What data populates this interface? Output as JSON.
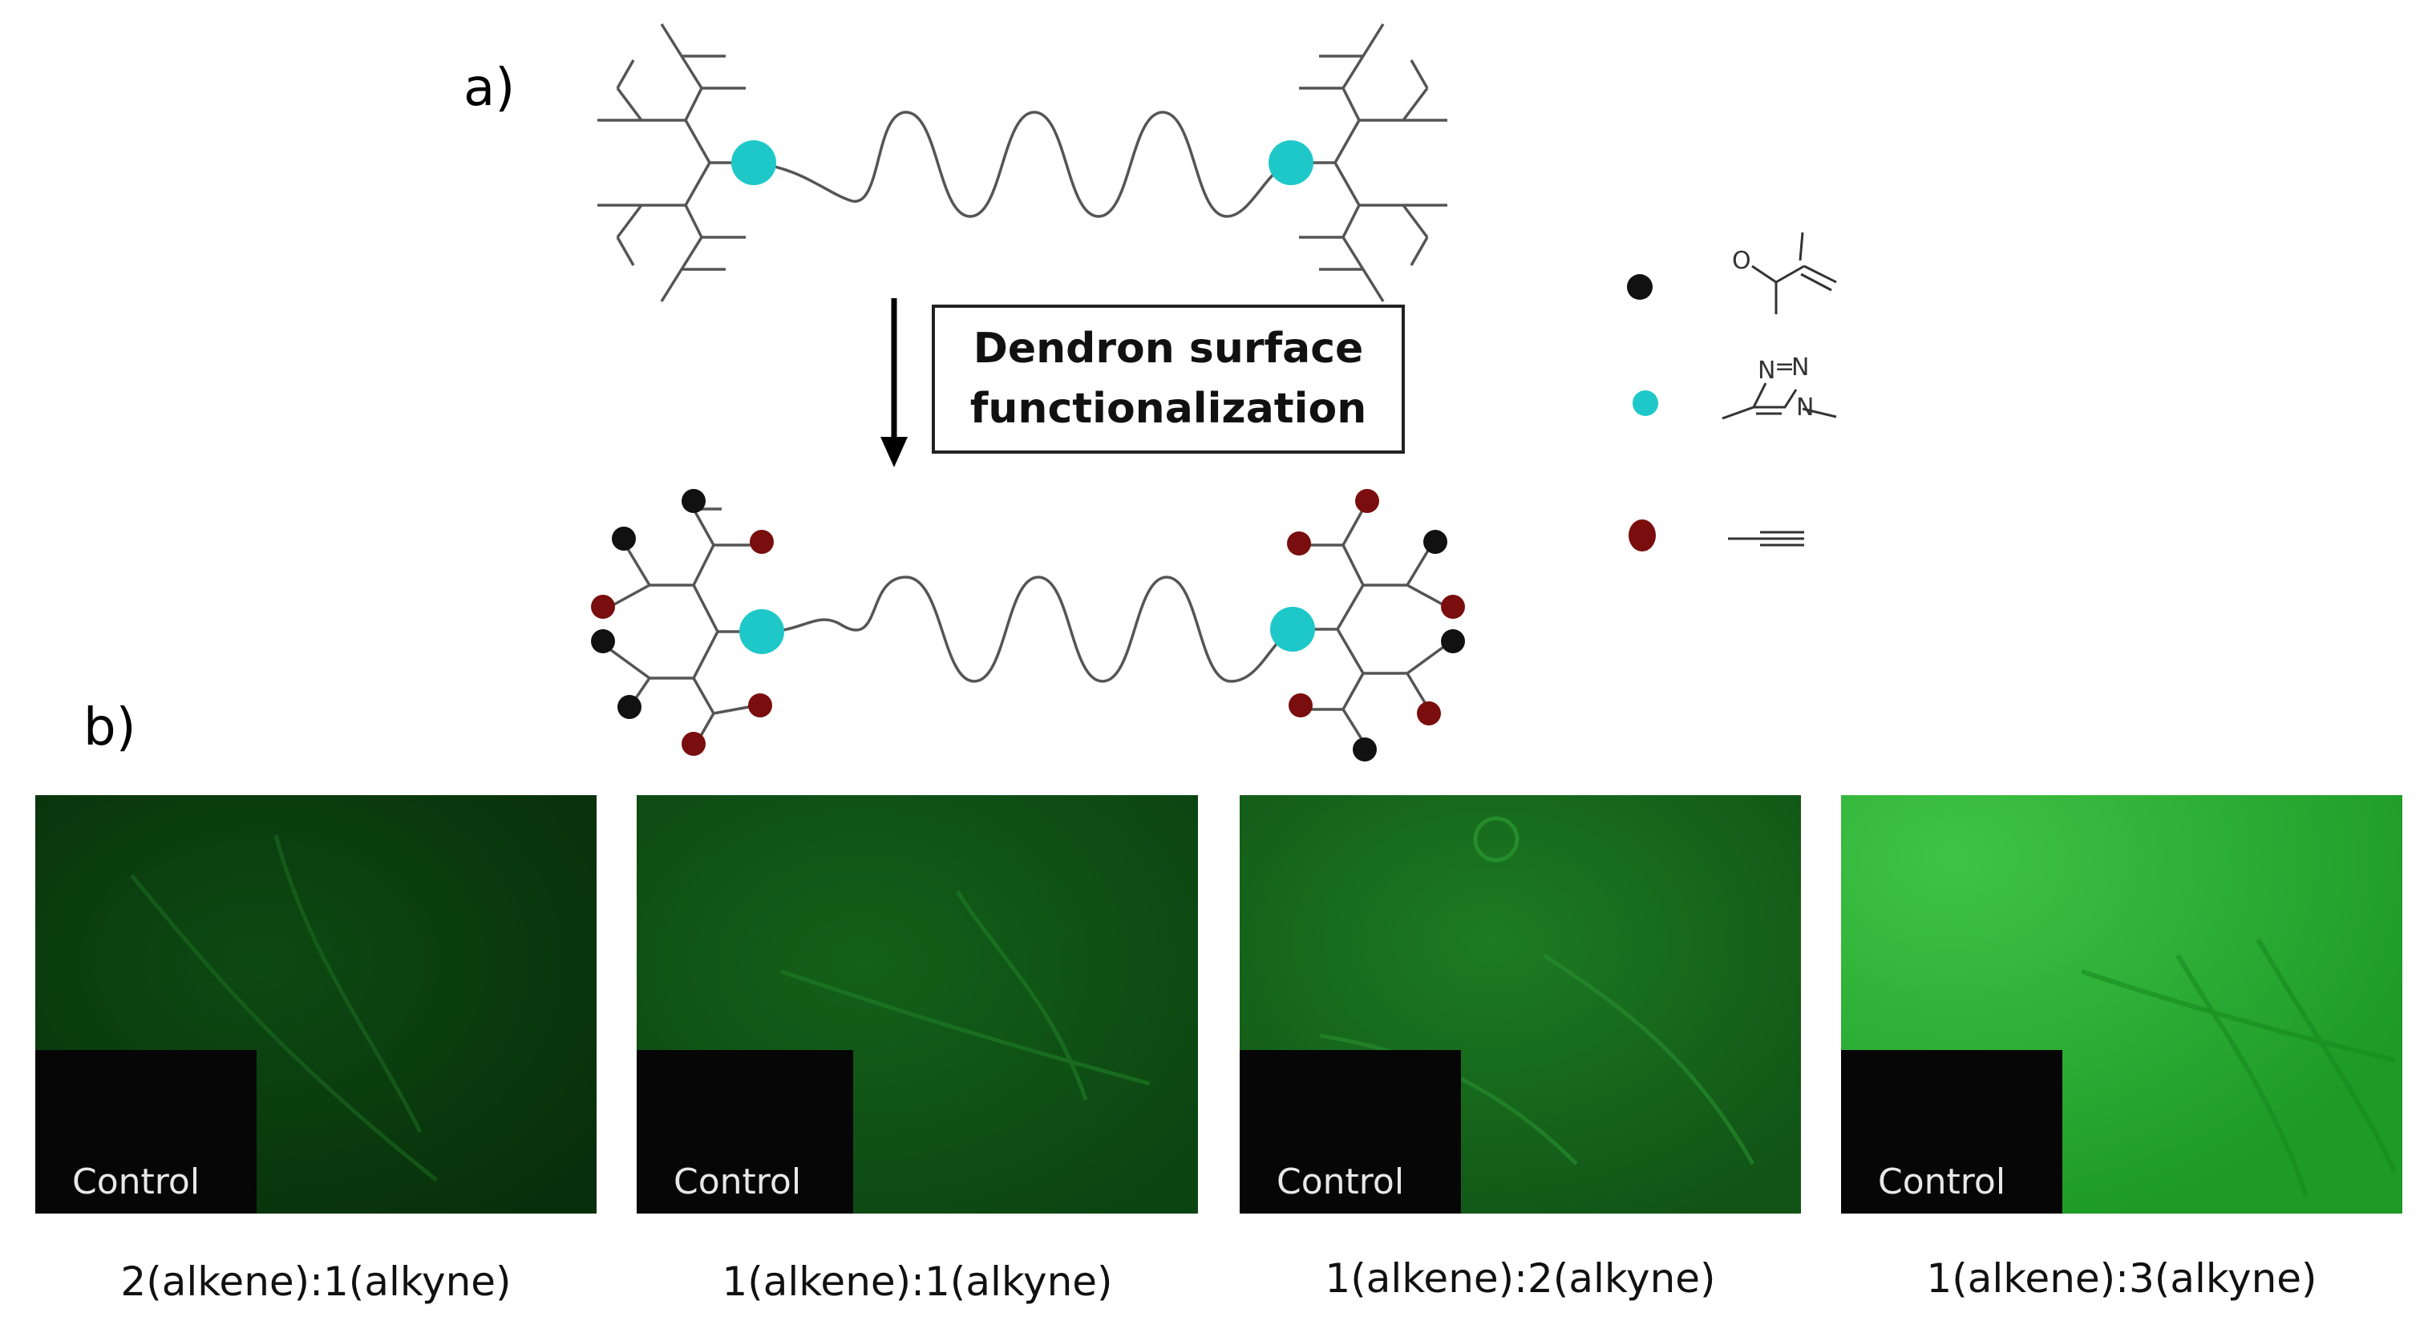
{
  "panel_a": {
    "label": "a)",
    "process_label_line1": "Dendron surface",
    "process_label_line2": "functionalization",
    "legend": {
      "black_dot_color": "#111111",
      "cyan_dot_color": "#1ec8c8",
      "red_dot_color": "#7a0d0d",
      "methacrylate_o": "O",
      "triazole_n1": "N",
      "triazole_eq": "=",
      "triazole_n2": "N",
      "triazole_n3": "N"
    }
  },
  "panel_b": {
    "label": "b)",
    "images": [
      {
        "caption": "2(alkene):1(alkyne)",
        "inset_label": "Control",
        "brightness": 0.18
      },
      {
        "caption": "1(alkene):1(alkyne)",
        "inset_label": "Control",
        "brightness": 0.3
      },
      {
        "caption": "1(alkene):2(alkyne)",
        "inset_label": "Control",
        "brightness": 0.45
      },
      {
        "caption": "1(alkene):3(alkyne)",
        "inset_label": "Control",
        "brightness": 0.72
      }
    ]
  }
}
